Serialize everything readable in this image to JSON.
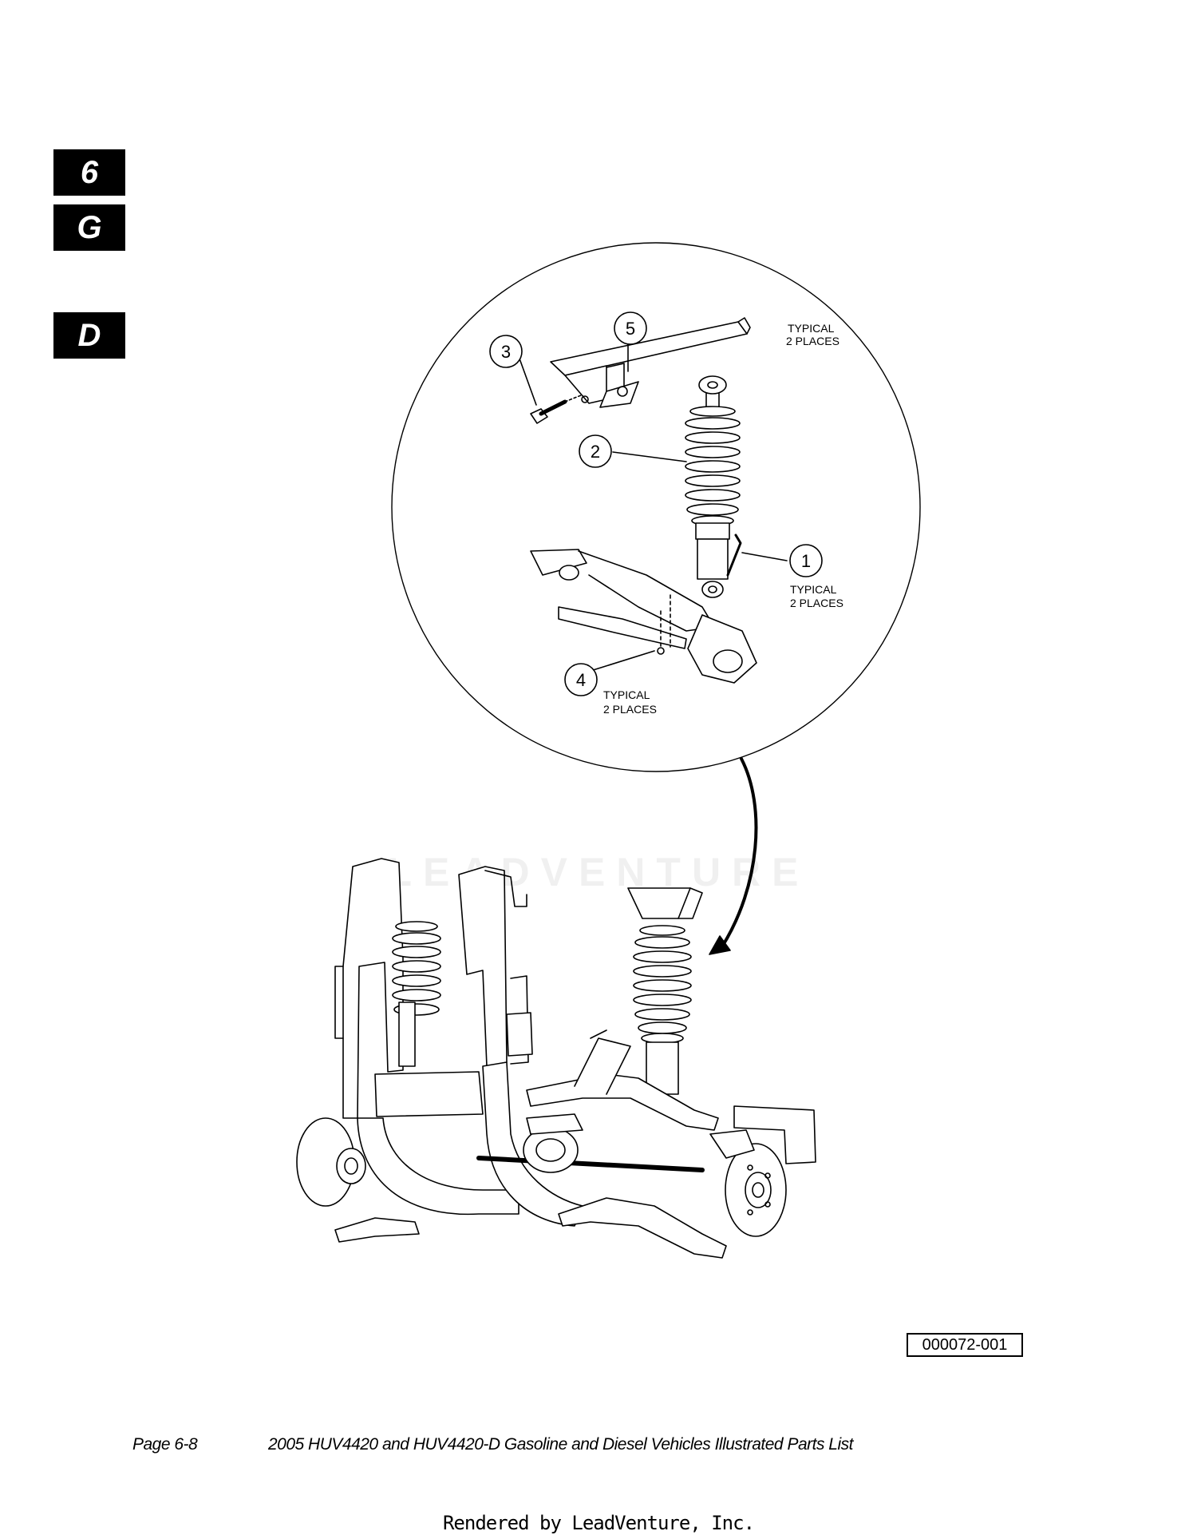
{
  "tabs": {
    "chapter": "6",
    "group": "G",
    "variant": "D"
  },
  "callouts": {
    "c1": "1",
    "c2": "2",
    "c3": "3",
    "c4": "4",
    "c5": "5"
  },
  "notes": {
    "n1_line1": "TYPICAL",
    "n1_line2": "2 PLACES",
    "n2_line1": "TYPICAL",
    "n2_line2": "2 PLACES",
    "n3_line1": "TYPICAL",
    "n3_line2": "2 PLACES"
  },
  "watermark": "LEADVENTURE",
  "figure_id": "000072-001",
  "footer": {
    "page": "Page 6-8",
    "title": "2005 HUV4420 and HUV4420-D Gasoline and Diesel Vehicles Illustrated Parts List"
  },
  "rendered_by": "Rendered by LeadVenture, Inc."
}
